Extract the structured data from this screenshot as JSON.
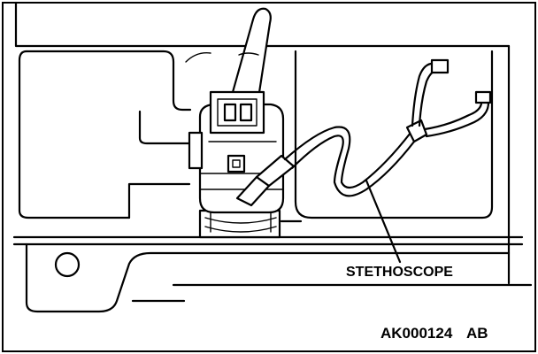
{
  "labels": {
    "callout": "STETHOSCOPE",
    "figure_id_main": "AK000124",
    "figure_id_suffix": "AB"
  }
}
